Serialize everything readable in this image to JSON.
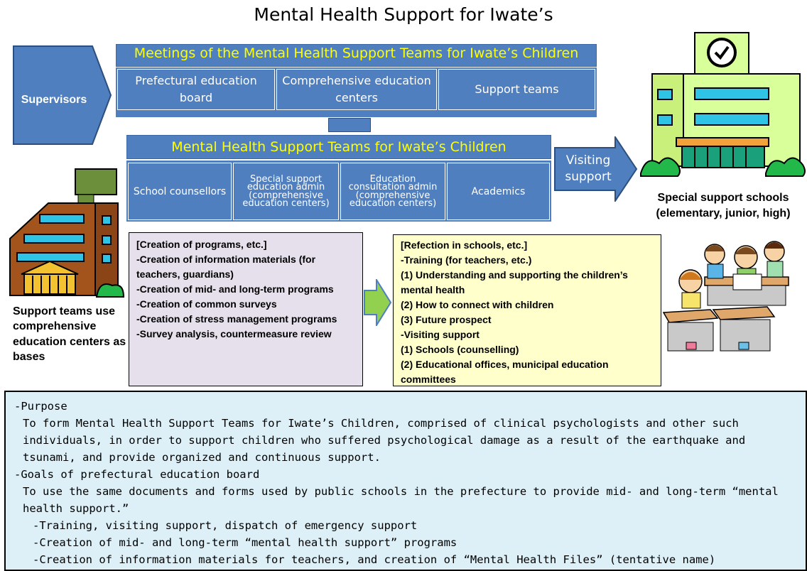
{
  "title": "Mental Health Support for Iwate’s",
  "supervisors": {
    "label": "Supervisors"
  },
  "meetings": {
    "title": "Meetings of the Mental Health Support Teams for Iwate’s Children",
    "cells": [
      "Prefectural education board",
      "Comprehensive education centers",
      "Support teams"
    ]
  },
  "teams": {
    "title": "Mental Health Support Teams for Iwate’s Children",
    "cells": [
      "School counsellors",
      "Special support education admin (comprehensive education centers)",
      "Education consultation admin (comprehensive education centers)",
      "Academics"
    ]
  },
  "visiting": {
    "label": "Visiting support"
  },
  "school": {
    "label": "Special support schools (elementary, junior, high)"
  },
  "bases": {
    "label": "Support teams use comprehensive education centers as bases"
  },
  "programs": {
    "lines": [
      "[Creation of programs, etc.]",
      "-Creation of information materials (for teachers, guardians)",
      "-Creation of mid- and long-term programs",
      "-Creation of common surveys",
      "-Creation of stress management programs",
      "-Survey analysis, countermeasure review"
    ]
  },
  "reflection": {
    "lines": [
      "[Refection in schools, etc.]",
      "-Training (for teachers, etc.)",
      "(1) Understanding and supporting the children’s mental health",
      "(2) How to connect with children",
      "(3) Future prospect",
      "-Visiting support",
      "(1) Schools (counselling)",
      "(2) Educational offices, municipal education committees"
    ]
  },
  "info": {
    "purpose_heading": "-Purpose",
    "purpose_text": "To form Mental Health Support Teams for Iwate’s Children, comprised of clinical psychologists and other such individuals, in order to support children who suffered psychological damage as a result of the earthquake and tsunami, and provide organized and continuous support.",
    "goals_heading": "-Goals of prefectural education board",
    "goals_text": "To use the same documents and forms used by public schools in the prefecture to provide mid- and long-term “mental health support.”",
    "goals_items": [
      "-Training, visiting support, dispatch of emergency support",
      "-Creation of mid- and long-term “mental health support” programs",
      "-Creation of information materials for teachers, and creation of “Mental Health Files” (tentative name)"
    ]
  },
  "colors": {
    "block_blue": "#4f7fbf",
    "title_yellow": "#ffff00",
    "programs_bg": "#e6e0ec",
    "reflection_bg": "#ffffcc",
    "info_bg": "#ddf0f7",
    "arrow_green": "#92d050"
  },
  "icons": [
    "school-building-icon",
    "support-center-building-icon",
    "children-at-desks-illustration"
  ]
}
